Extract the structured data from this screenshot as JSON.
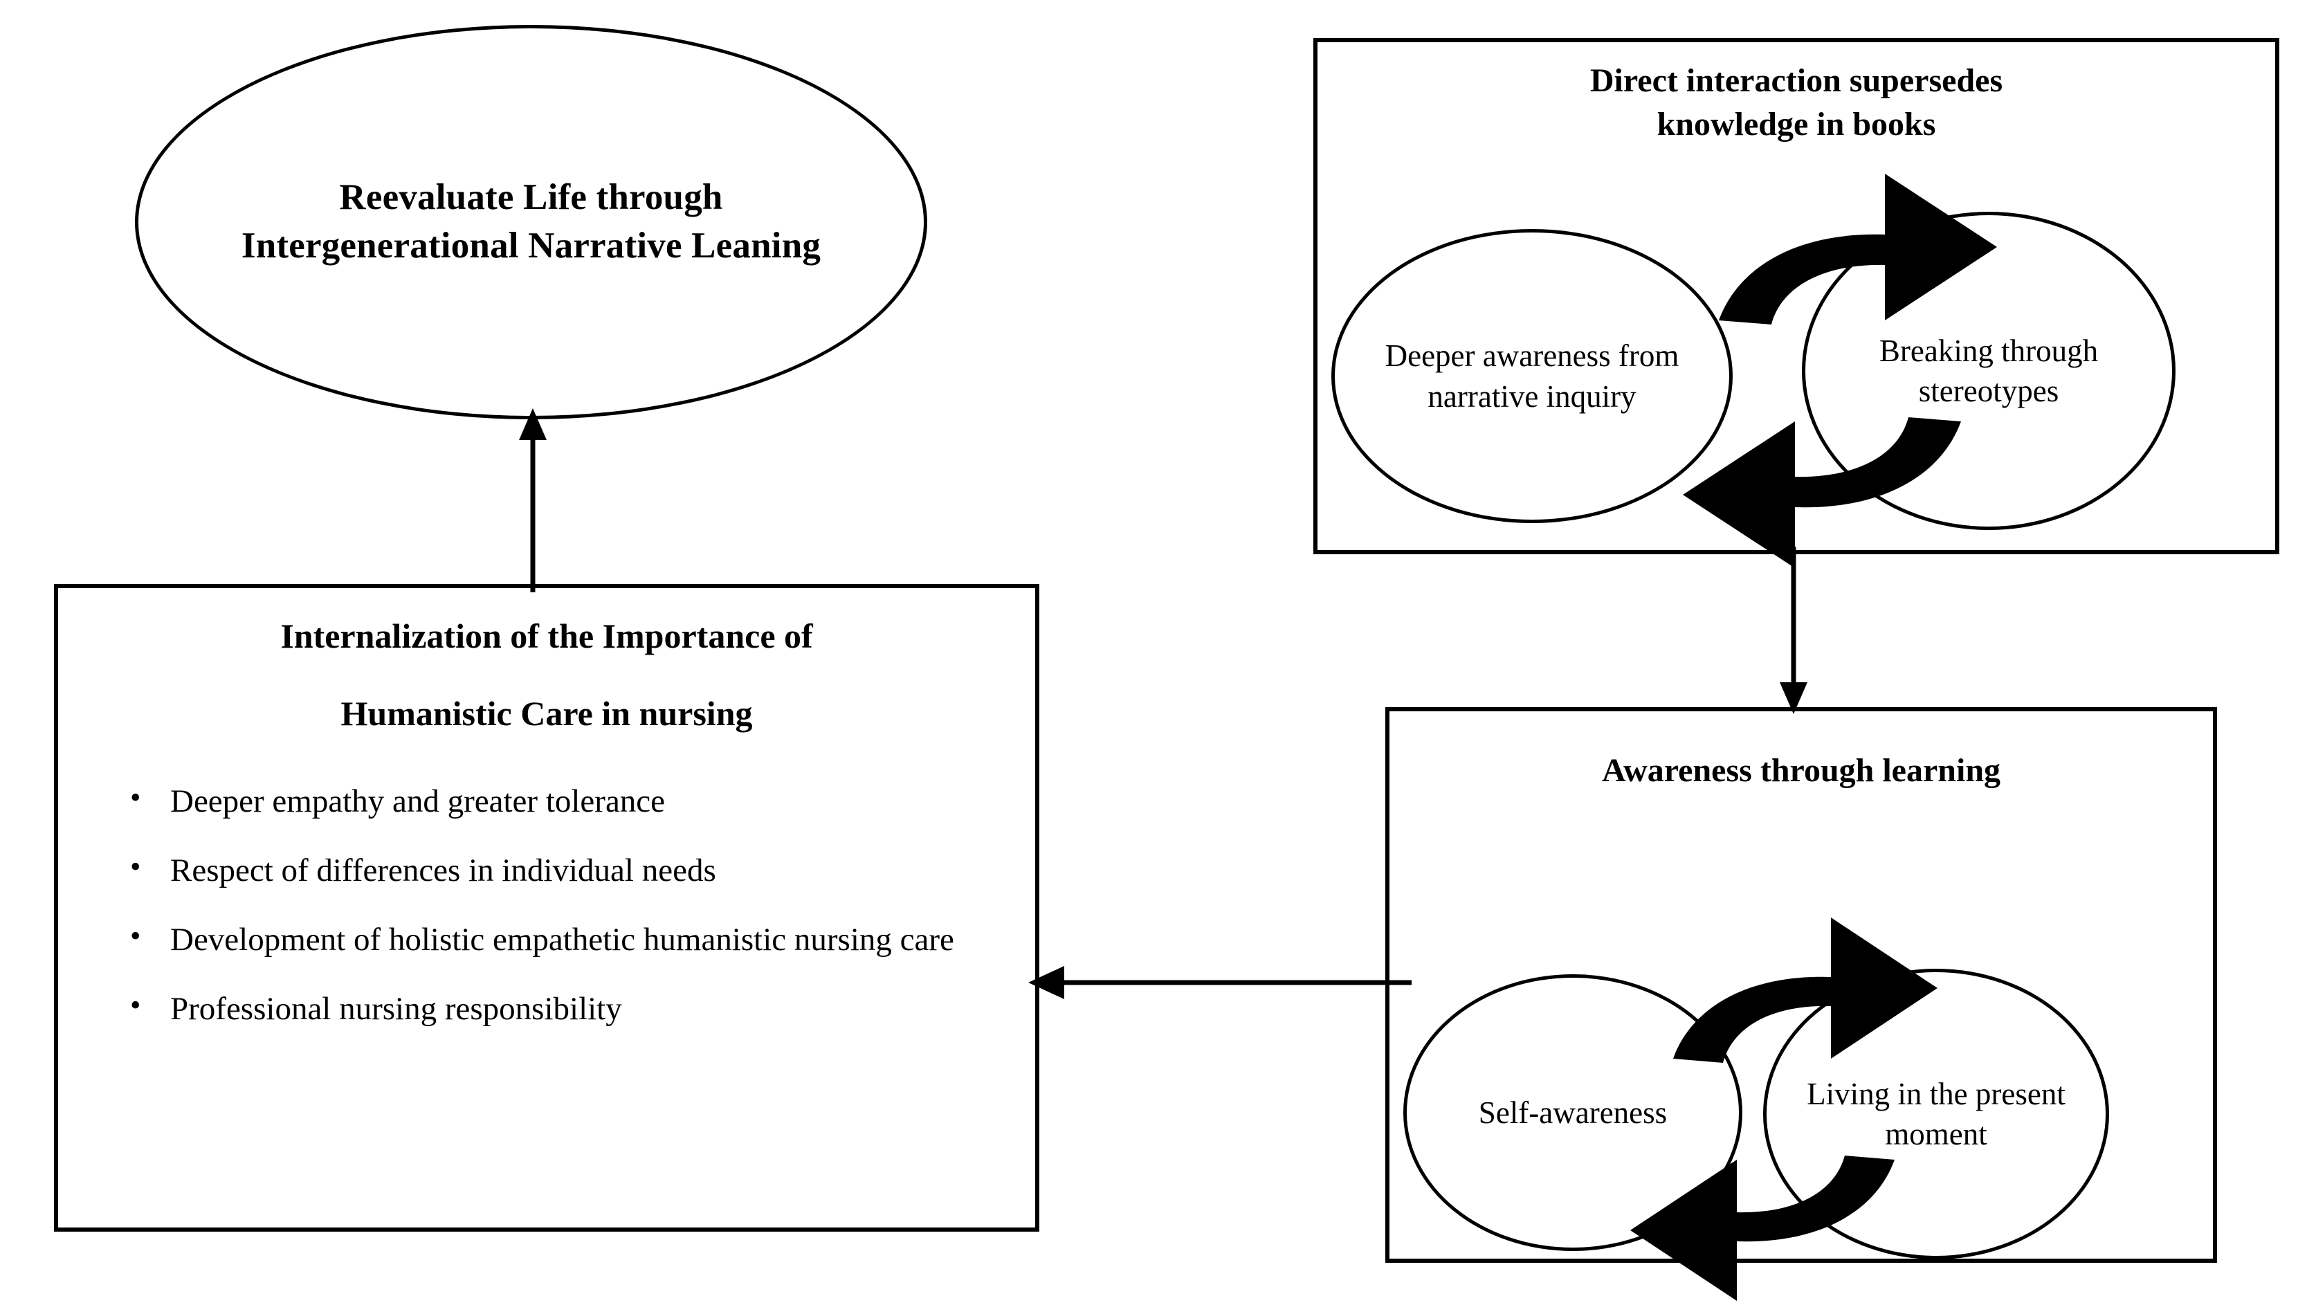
{
  "diagram": {
    "main_ellipse": {
      "line1": "Reevaluate Life through",
      "line2": "Intergenerational Narrative Leaning"
    },
    "internalization_box": {
      "title_line1": "Internalization of the Importance of",
      "title_line2": "Humanistic Care in nursing",
      "bullets": [
        "Deeper empathy and greater tolerance",
        "Respect of differences in individual needs",
        "Development of holistic empathetic humanistic nursing care",
        "Professional nursing responsibility"
      ]
    },
    "direct_interaction_box": {
      "title_line1": "Direct interaction supersedes",
      "title_line2": "knowledge in books",
      "ellipse_left": "Deeper awareness from narrative inquiry",
      "ellipse_right": "Breaking through stereotypes"
    },
    "awareness_learning_box": {
      "title": "Awareness through learning",
      "ellipse_left": "Self-awareness",
      "ellipse_right": "Living in the present moment"
    },
    "connectors": {
      "up_arrow": "arrow-up",
      "down_arrow": "arrow-down",
      "left_arrow": "arrow-left",
      "cycle_arrow_clockwise": "curved-arrow-right",
      "cycle_arrow_counterclockwise": "curved-arrow-left"
    },
    "colors": {
      "stroke": "#000000",
      "background": "#ffffff"
    }
  }
}
